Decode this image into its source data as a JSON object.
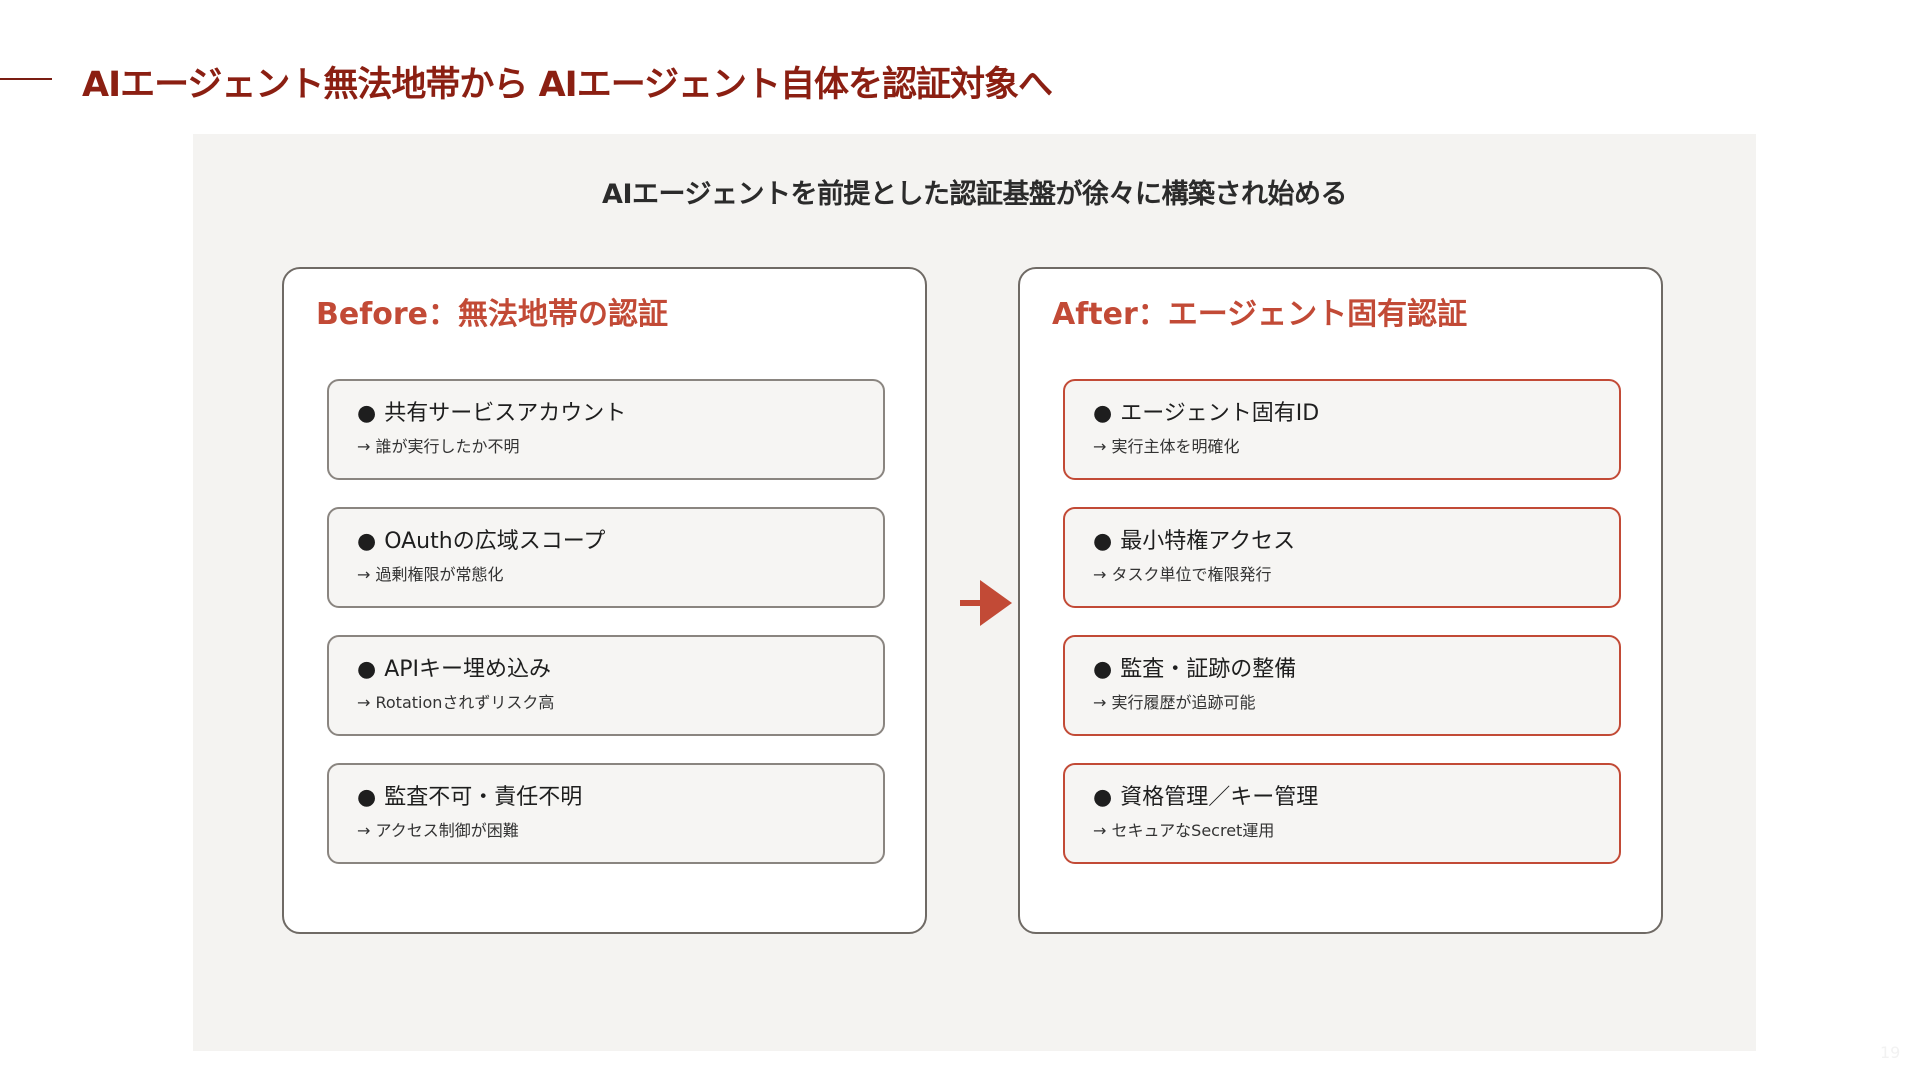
{
  "slide": {
    "title": "AIエージェント無法地帯から AIエージェント自体を認証対象へ",
    "page_number": "19",
    "accent_color": "#8b1f12"
  },
  "panel": {
    "heading": "AIエージェントを前提とした認証基盤が徐々に構築され始める",
    "before": {
      "heading": "Before：無法地帯の認証",
      "items": [
        {
          "title": "共有サービスアカウント",
          "desc": "→ 誰が実行したか不明"
        },
        {
          "title": "OAuthの広域スコープ",
          "desc": "→ 過剰権限が常態化"
        },
        {
          "title": "APIキー埋め込み",
          "desc": "→ Rotationされずリスク高"
        },
        {
          "title": "監査不可・責任不明",
          "desc": "→ アクセス制御が困難"
        }
      ]
    },
    "after": {
      "heading": "After：エージェント固有認証",
      "items": [
        {
          "title": "エージェント固有ID",
          "desc": "→ 実行主体を明確化"
        },
        {
          "title": "最小特権アクセス",
          "desc": "→ タスク単位で権限発行"
        },
        {
          "title": "監査・証跡の整備",
          "desc": "→ 実行履歴が追跡可能"
        },
        {
          "title": "資格管理／キー管理",
          "desc": "→ セキュアなSecret運用"
        }
      ]
    },
    "bullet_glyph": "●",
    "arrow_icon": "right-arrow-icon",
    "after_accent_color": "#c24a36"
  }
}
